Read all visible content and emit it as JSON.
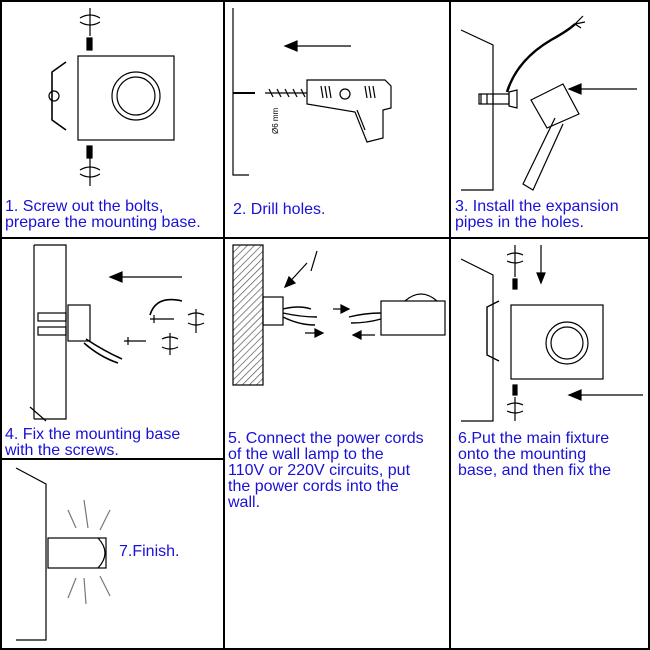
{
  "steps": [
    {
      "number": 1,
      "caption": "1. Screw out the bolts,\nprepare the mounting base."
    },
    {
      "number": 2,
      "caption": "2. Drill holes."
    },
    {
      "number": 3,
      "caption": "3. Install the expansion\npipes in the holes."
    },
    {
      "number": 4,
      "caption": "4. Fix the mounting base\nwith the screws."
    },
    {
      "number": 5,
      "caption": "5. Connect the power cords\nof the wall lamp to the\n110V or 220V circuits, put\nthe power cords into the\nwall."
    },
    {
      "number": 6,
      "caption": "6.Put the main fixture\nonto the mounting\nbase, and then fix the"
    },
    {
      "number": 7,
      "caption": "7.Finish."
    }
  ],
  "drill_bit_label": "Ø6 mm",
  "colors": {
    "caption": "#1a10d6",
    "line": "#000000"
  }
}
